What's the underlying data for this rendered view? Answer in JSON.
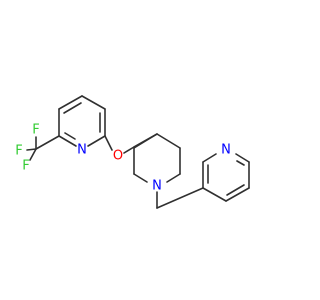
{
  "molecule": {
    "atoms": [
      {
        "id": "n-pyridine-left",
        "symbol": "N",
        "color": "#0000ff"
      },
      {
        "id": "o-ether",
        "symbol": "O",
        "color": "#ff0000"
      },
      {
        "id": "n-piperidine",
        "symbol": "N",
        "color": "#0000ff"
      },
      {
        "id": "n-pyridine-right",
        "symbol": "N",
        "color": "#0000ff"
      },
      {
        "id": "f-top",
        "symbol": "F",
        "color": "#33cc33"
      },
      {
        "id": "f-left",
        "symbol": "F",
        "color": "#33cc33"
      },
      {
        "id": "f-bottom",
        "symbol": "F",
        "color": "#33cc33"
      }
    ],
    "bond_color": "#303030"
  }
}
